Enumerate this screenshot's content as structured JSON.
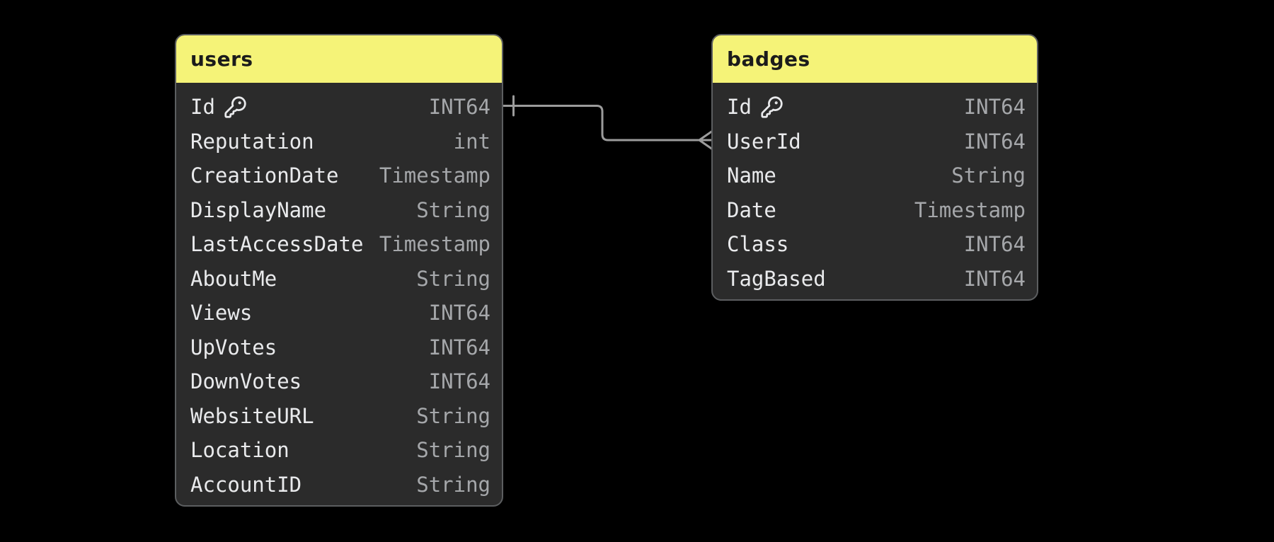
{
  "diagram": {
    "type": "entity-relationship",
    "canvas_background": "#000000"
  },
  "colors": {
    "canvas_bg": "#000000",
    "header_bg": "#f5f378",
    "header_text": "#1b1b1b",
    "table_bg": "#2b2b2b",
    "table_border": "#5c5e60",
    "field_name": "#e9eaec",
    "field_type": "#a5a7aa",
    "connector": "#9b9b9b"
  },
  "tables": [
    {
      "title": "users",
      "fields": [
        {
          "name": "Id",
          "type": "INT64",
          "primary_key": true
        },
        {
          "name": "Reputation",
          "type": "int"
        },
        {
          "name": "CreationDate",
          "type": "Timestamp"
        },
        {
          "name": "DisplayName",
          "type": "String"
        },
        {
          "name": "LastAccessDate",
          "type": "Timestamp"
        },
        {
          "name": "AboutMe",
          "type": "String"
        },
        {
          "name": "Views",
          "type": "INT64"
        },
        {
          "name": "UpVotes",
          "type": "INT64"
        },
        {
          "name": "DownVotes",
          "type": "INT64"
        },
        {
          "name": "WebsiteURL",
          "type": "String"
        },
        {
          "name": "Location",
          "type": "String"
        },
        {
          "name": "AccountID",
          "type": "String"
        }
      ]
    },
    {
      "title": "badges",
      "fields": [
        {
          "name": "Id",
          "type": "INT64",
          "primary_key": true
        },
        {
          "name": "UserId",
          "type": "INT64"
        },
        {
          "name": "Name",
          "type": "String"
        },
        {
          "name": "Date",
          "type": "Timestamp"
        },
        {
          "name": "Class",
          "type": "INT64"
        },
        {
          "name": "TagBased",
          "type": "INT64"
        }
      ]
    }
  ],
  "relationships": [
    {
      "from_table": "users",
      "from_field": "Id",
      "to_table": "badges",
      "to_field": "UserId",
      "from_cardinality": "one",
      "to_cardinality": "many"
    }
  ]
}
